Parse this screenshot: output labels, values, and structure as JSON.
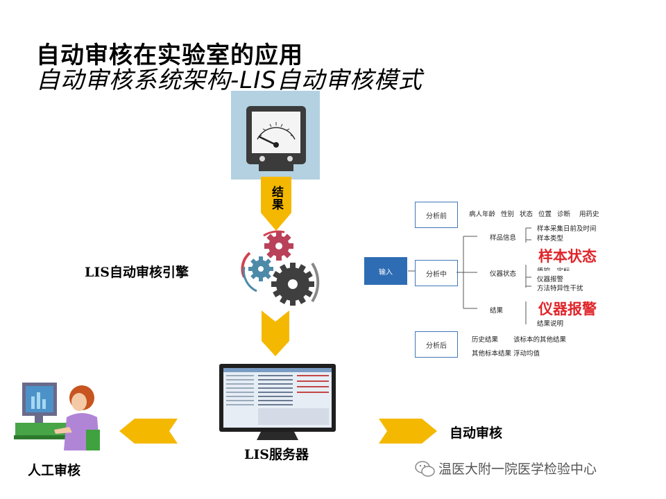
{
  "title": {
    "line1": "自动审核在实验室的应用",
    "line2": "自动审核系统架构-LIS自动审核模式"
  },
  "flow": {
    "result_label": "结果",
    "engine_label": "LIS自动审核引擎",
    "server_label": "LIS服务器",
    "manual_review_label": "人工审核",
    "auto_review_label": "自动审核"
  },
  "panel": {
    "input_label": "输入",
    "stages": {
      "pre": "分析前",
      "mid": "分析中",
      "post": "分析后"
    },
    "pre_items": [
      "病人年龄",
      "性别",
      "状态",
      "位置",
      "诊断",
      "用药史"
    ],
    "mid_groups": {
      "sample": "样品信息",
      "instrument": "仪器状态",
      "result": "结果"
    },
    "sample_details": [
      "样本采集日前及时间",
      "样本类型"
    ],
    "instrument_details": [
      "仪器报警",
      "方法特异性干扰"
    ],
    "partially_hidden_a": "质控、定标",
    "partially_hidden_b": "结果说明",
    "highlight_sample": "样本状态",
    "highlight_instrument": "仪器报警",
    "post_items": [
      "历史结果",
      "该标本的其他结果",
      "其他标本结果",
      "浮动均值"
    ]
  },
  "watermark": "温医大附一院医学检验中心",
  "colors": {
    "arrow_yellow": "#f5b800",
    "panel_blue": "#2e6db4",
    "highlight_red": "#e0252a",
    "meter_bg": "#b3d1e1"
  }
}
